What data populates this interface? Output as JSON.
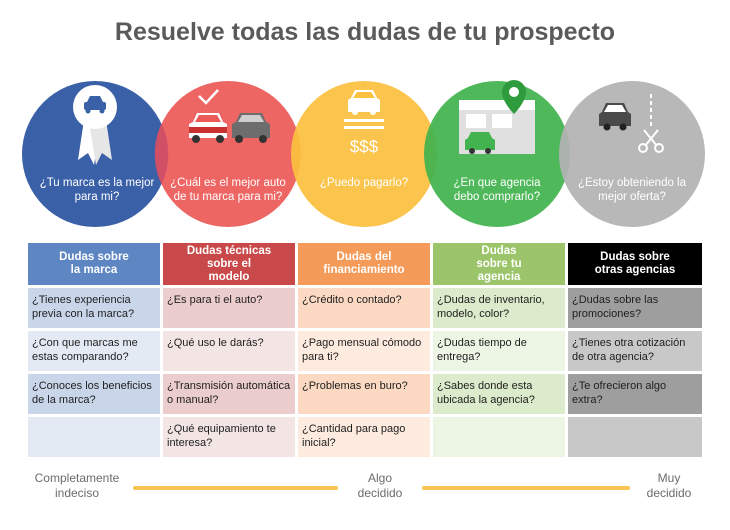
{
  "title": "Resuelve todas las dudas de tu prospecto",
  "colors": {
    "blue": "#3a60a8",
    "red": "#ec5a58",
    "yellow": "#fbc13f",
    "green": "#42b34e",
    "gray": "#b3b3b3",
    "col_blue": "#5d86c3",
    "col_red": "#c9494a",
    "col_orange": "#f59b5a",
    "col_green": "#9cc56b",
    "col_black": "#000000"
  },
  "icons": [
    "award-ribbon-car-icon",
    "checkmark-cars-icon",
    "car-dollar-icon",
    "dealership-map-pin-icon",
    "car-scissors-icon"
  ],
  "circles": [
    {
      "text": "¿Tu marca es la mejor para mi?"
    },
    {
      "text": "¿Cuál es el mejor auto de tu marca para mi?"
    },
    {
      "text": "¿Puedo pagarlo?"
    },
    {
      "text": "¿En que agencia debo comprarlo?"
    },
    {
      "text": "¿Estoy obteniendo la mejor oferta?"
    }
  ],
  "columns": [
    {
      "header": "Dudas sobre la marca",
      "rows": [
        "¿Tienes experiencia previa con la marca?",
        "¿Con que marcas me estas comparando?",
        "¿Conoces los beneficios de la marca?",
        ""
      ]
    },
    {
      "header": "Dudas técnicas sobre el modelo",
      "rows": [
        "¿Es para ti el auto?",
        "¿Qué uso le darás?",
        "¿Transmisión automática o manual?",
        "¿Qué equipamiento te interesa?"
      ]
    },
    {
      "header": "Dudas del financiamiento",
      "rows": [
        "¿Crédito o contado?",
        "¿Pago mensual cómodo para ti?",
        "¿Problemas en buro?",
        "¿Cantidad para pago inicial?"
      ]
    },
    {
      "header": "Dudas sobre tu agencia",
      "rows": [
        "¿Dudas de inventario, modelo, color?",
        "¿Dudas tiempo de entrega?",
        "¿Sabes donde esta ubicada la agencia?",
        ""
      ]
    },
    {
      "header": "Dudas sobre otras agencias",
      "rows": [
        "¿Dudas sobre las promociones?",
        "¿Tienes otra cotización de otra agencia?",
        "¿Te ofrecieron algo extra?",
        ""
      ]
    }
  ],
  "scale": {
    "left": "Completamente indeciso",
    "middle": "Algo decidido",
    "right": "Muy decidido"
  }
}
